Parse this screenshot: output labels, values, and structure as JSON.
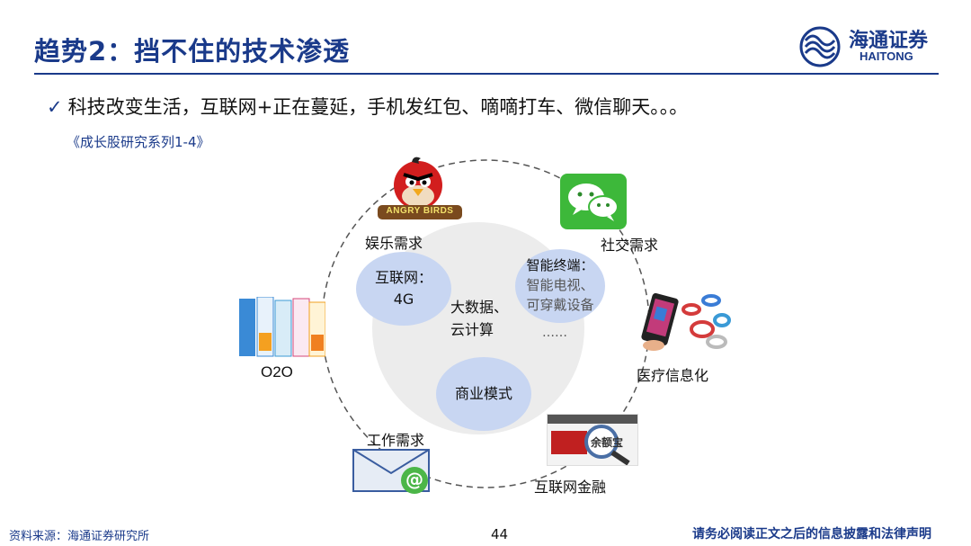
{
  "header": {
    "title": "趋势2：挡不住的技术渗透",
    "logo_cn": "海通证券",
    "logo_en": "HAITONG"
  },
  "bullet": {
    "text": "科技改变生活，互联网+正在蔓延，手机发红包、嘀嘀打车、微信聊天。。。"
  },
  "series_ref": "《成长股研究系列1-4》",
  "diagram": {
    "labels": {
      "entertainment": "娱乐需求",
      "social": "社交需求",
      "medical": "医疗信息化",
      "finance": "互联网金融",
      "work": "工作需求",
      "o2o": "O2O"
    },
    "center": {
      "internet_line1": "互联网：",
      "internet_line2": "4G",
      "bigdata_line1": "大数据、",
      "bigdata_line2": "云计算",
      "terminal_line1": "智能终端：",
      "terminal_line2": "智能电视、",
      "terminal_line3": "可穿戴设备",
      "terminal_line4": "……",
      "business": "商业模式"
    },
    "images": {
      "angry_birds_text": "ANGRY BIRDS",
      "yuebao_text": "余额宝"
    }
  },
  "footer": {
    "source": "资料来源：海通证券研究所",
    "page": "44",
    "disclaimer": "请务必阅读正文之后的信息披露和法律声明"
  },
  "colors": {
    "brand_blue": "#1a3a8a",
    "bubble_fill": "#c8d6f2",
    "center_fill": "#ececec",
    "wechat_green": "#3db83a"
  }
}
